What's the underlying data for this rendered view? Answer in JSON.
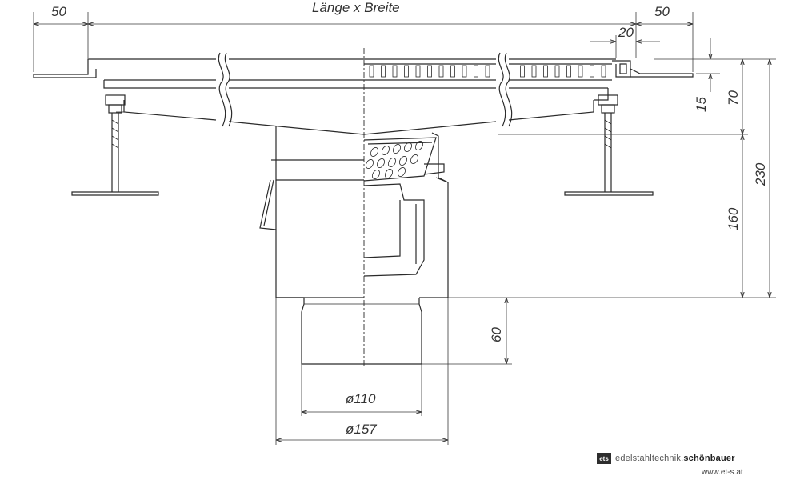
{
  "drawing": {
    "title_dimension": "Länge x Breite",
    "dimensions": {
      "left_flange": "50",
      "right_flange": "50",
      "edge": "20",
      "d15": "15",
      "d70": "70",
      "d160": "160",
      "d230": "230",
      "d60": "60",
      "dia110": "ø110",
      "dia157": "ø157"
    }
  },
  "brand": {
    "logo": "ets",
    "name_light": "edelstahltechnik.",
    "name_bold": "schönbauer",
    "url": "www.et-s.at"
  }
}
